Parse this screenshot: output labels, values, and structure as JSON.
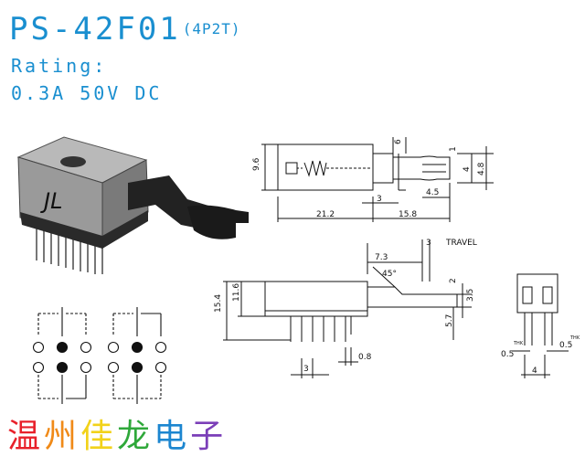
{
  "header": {
    "model": "PS-42F01",
    "config": "(4P2T)",
    "rating_label": "Rating:",
    "rating_value": "0.3A  50V  DC"
  },
  "top_view": {
    "dims": {
      "h_total": "9.6",
      "tab": "6",
      "d1": "1",
      "d2": "4",
      "d3": "4.8",
      "d4": "4.5",
      "d5": "3",
      "len_body": "21.2",
      "len_button": "15.8"
    }
  },
  "side_view": {
    "dims": {
      "travel_val": "3",
      "travel_label": "TRAVEL",
      "d73": "7.3",
      "angle": "45°",
      "h_total": "15.4",
      "h_body": "11.6",
      "d2": "2",
      "d35": "3.5",
      "d57": "5.7",
      "pitch": "3",
      "pin_w": "0.8"
    }
  },
  "end_view": {
    "dims": {
      "t1": "THK",
      "t2": "THK",
      "d05a": "0.5",
      "d05b": "0.5",
      "d4": "4"
    }
  },
  "company": {
    "chars": [
      "温",
      "州",
      "佳",
      "龙",
      "电",
      "子"
    ]
  },
  "colors": {
    "title": "#1a8fd0"
  }
}
